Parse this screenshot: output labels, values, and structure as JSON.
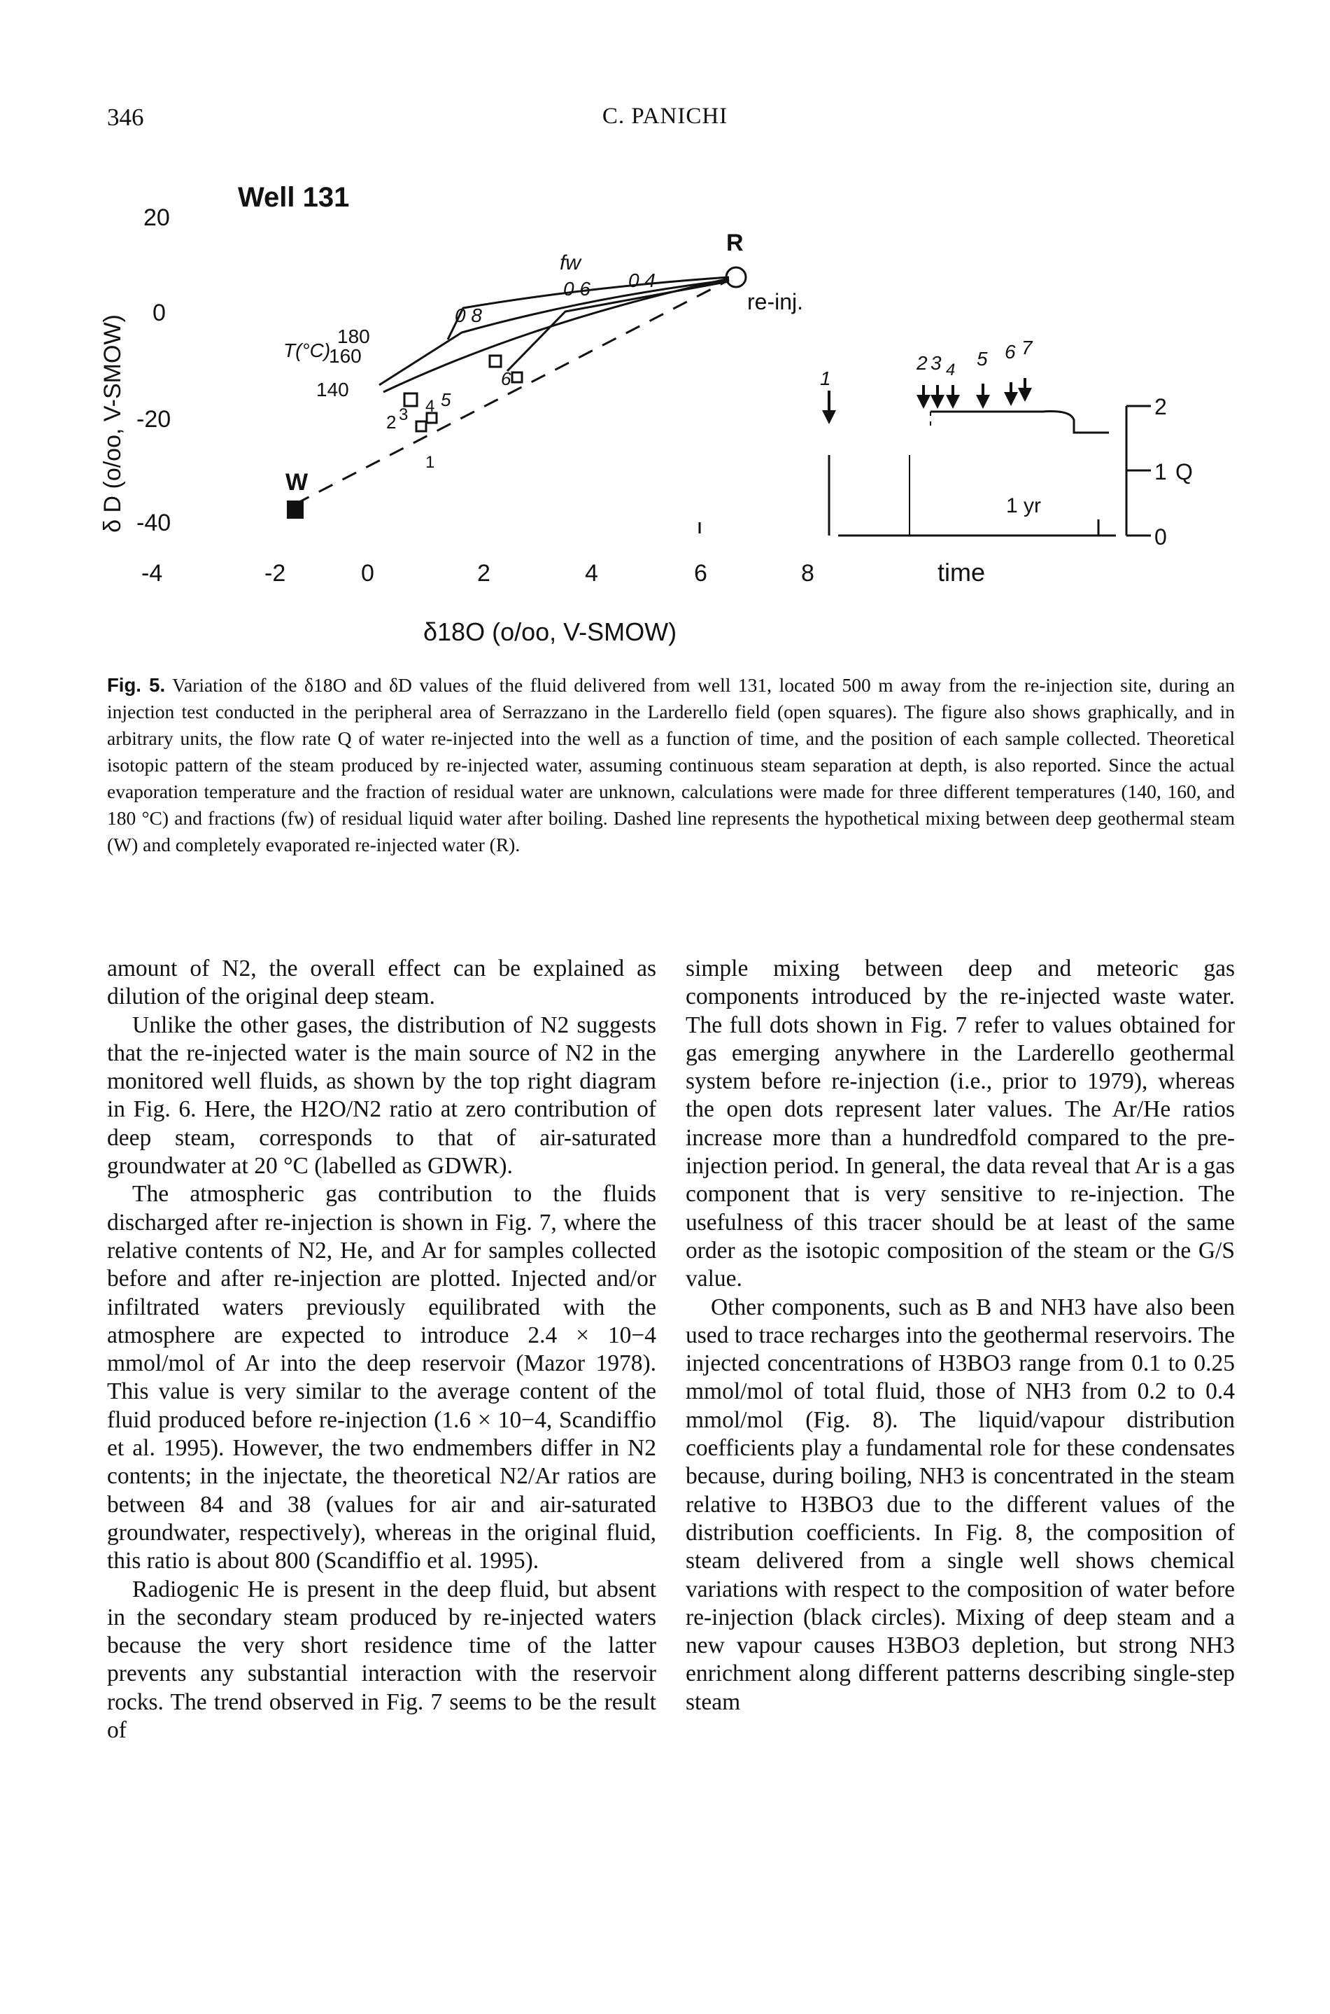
{
  "header": {
    "page_number": "346",
    "running_head": "C. PANICHI"
  },
  "figure": {
    "title": "Well 131",
    "y_axis_label": "δ D (o/oo, V-SMOW)",
    "x_axis_label": "δ18O (o/oo, V-SMOW)",
    "x_ticks": [
      "-4",
      "-2",
      "0",
      "2",
      "4",
      "6",
      "8"
    ],
    "y_ticks": [
      "20",
      "0",
      "-20",
      "-40"
    ],
    "point_W": "W",
    "point_R": "R",
    "re_inj_label": "re-inj.",
    "temp_label": "T(°C)",
    "temp_values": [
      "180",
      "160",
      "140"
    ],
    "fw_label": "fw",
    "fraction_labels": [
      "0 8",
      "0 6",
      "0 4"
    ],
    "sample_numbers_scatter": [
      "2",
      "3",
      "4",
      "5",
      "6",
      "1"
    ],
    "time_label": "time",
    "one_year_label": "1 yr",
    "q_axis_label": "Q",
    "q_ticks": [
      "2",
      "1",
      "0"
    ],
    "arrow_sample_labels": [
      "1",
      "2",
      "3",
      "4",
      "5",
      "6",
      "7"
    ]
  },
  "caption": {
    "label": "Fig. 5.",
    "text": " Variation of the δ18O and δD values of the fluid delivered from well 131, located 500 m away from the re-injection site, during an injection test conducted in the peripheral area of Serrazzano in the Larderello field (open squares). The figure also shows graphically, and in arbitrary units, the flow rate Q of water re-injected into the well as a function of time, and the position of each sample collected. Theoretical isotopic pattern of the steam produced by re-injected water, assuming continuous steam separation at depth, is also reported. Since the actual evaporation temperature and the fraction of residual water are unknown, calculations were made for three different temperatures (140, 160, and 180 °C) and fractions (fw) of residual liquid water after boiling. Dashed line represents the hypothetical mixing between deep geothermal steam (W) and completely evaporated re-injected water (R)."
  },
  "left_column": [
    "amount of N2, the overall effect can be explained as dilution of the original deep steam.",
    "Unlike the other gases, the distribution of N2 suggests that the re-injected water is the main source of N2 in the monitored well fluids, as shown by the top right diagram in Fig. 6. Here, the H2O/N2 ratio at zero contribution of deep steam, corresponds to that of air-saturated groundwater at 20 °C (labelled as GDWR).",
    "The atmospheric gas contribution to the fluids discharged after re-injection is shown in Fig. 7, where the relative contents of N2, He, and Ar for samples collected before and after re-injection are plotted. Injected and/or infiltrated waters previously equilibrated with the atmosphere are expected to introduce 2.4 × 10−4 mmol/mol of Ar into the deep reservoir (Mazor 1978). This value is very similar to the average content of the fluid produced before re-injection (1.6 × 10−4, Scandiffio et al. 1995). However, the two endmembers differ in N2 contents; in the injectate, the theoretical N2/Ar ratios are between 84 and 38 (values for air and air-saturated groundwater, respectively), whereas in the original fluid, this ratio is about 800 (Scandiffio et al. 1995).",
    "Radiogenic He is present in the deep fluid, but absent in the secondary steam produced by re-injected waters because the very short residence time of the latter prevents any substantial interaction with the reservoir rocks. The trend observed in Fig. 7 seems to be the result of"
  ],
  "right_column": [
    "simple mixing between deep and meteoric gas components introduced by the re-injected waste water. The full dots shown in Fig. 7 refer to values obtained for gas emerging anywhere in the Larderello geothermal system before re-injection (i.e., prior to 1979), whereas the open dots represent later values. The Ar/He ratios increase more than a hundredfold compared to the pre-injection period. In general, the data reveal that Ar is a gas component that is very sensitive to re-injection. The usefulness of this tracer should be at least of the same order as the isotopic composition of the steam or the G/S value.",
    "Other components, such as B and NH3 have also been used to trace recharges into the geothermal reservoirs. The injected concentrations of H3BO3 range from 0.1 to 0.25 mmol/mol of total fluid, those of NH3 from 0.2 to 0.4 mmol/mol (Fig. 8). The liquid/vapour distribution coefficients play a fundamental role for these condensates because, during boiling, NH3 is concentrated in the steam relative to H3BO3 due to the different values of the distribution coefficients. In Fig. 8, the composition of steam delivered from a single well shows chemical variations with respect to the composition of water before re-injection (black circles). Mixing of deep steam and a new vapour causes H3BO3 depletion, but strong NH3 enrichment along different patterns describing single-step steam"
  ]
}
